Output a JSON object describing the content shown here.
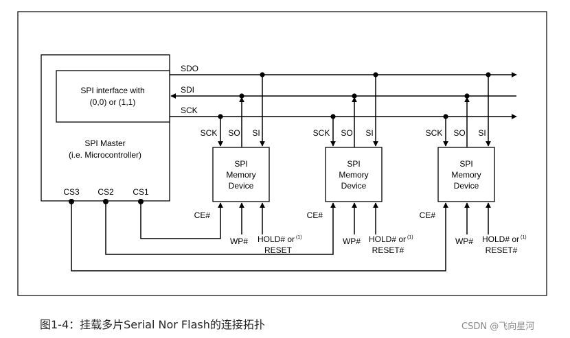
{
  "master": {
    "interface_line1": "SPI interface with",
    "interface_line2": "(0,0) or (1,1)",
    "title_line1": "SPI Master",
    "title_line2": "(i.e. Microcontroller)",
    "cs_labels": [
      "CS3",
      "CS2",
      "CS1"
    ]
  },
  "buses": [
    "SDO",
    "SDI",
    "SCK"
  ],
  "device": {
    "name_lines": [
      "SPI",
      "Memory",
      "Device"
    ],
    "pins_top": [
      "SCK",
      "SO",
      "SI"
    ],
    "ce_label": "CE#",
    "wp_label": "WP#",
    "hold_label": "HOLD# or",
    "hold_sup": "(1)",
    "reset_labels": [
      "RESET",
      "RESET#",
      "RESET#"
    ]
  },
  "caption": "图1-4：挂载多片Serial Nor Flash的连接拓扑",
  "watermark": "CSDN @飞向星河"
}
